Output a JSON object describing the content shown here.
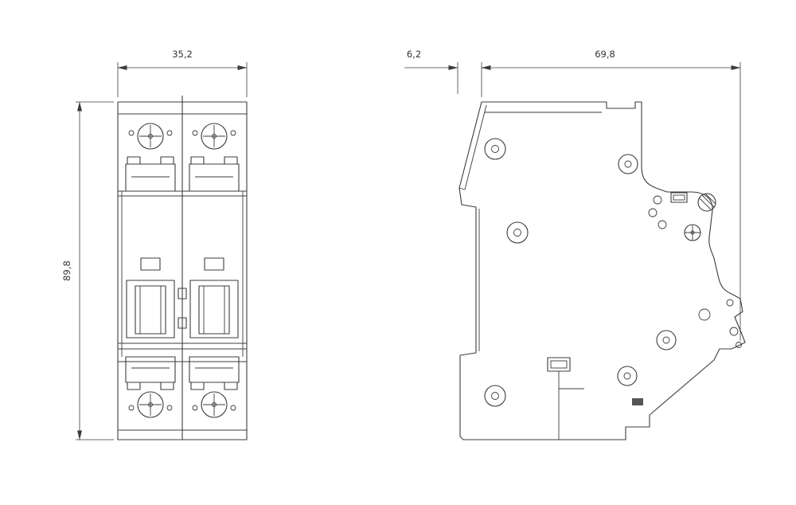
{
  "dimensions": {
    "front_width": "35,2",
    "front_height": "89,8",
    "side_offset": "6,2",
    "side_depth": "69,8"
  }
}
